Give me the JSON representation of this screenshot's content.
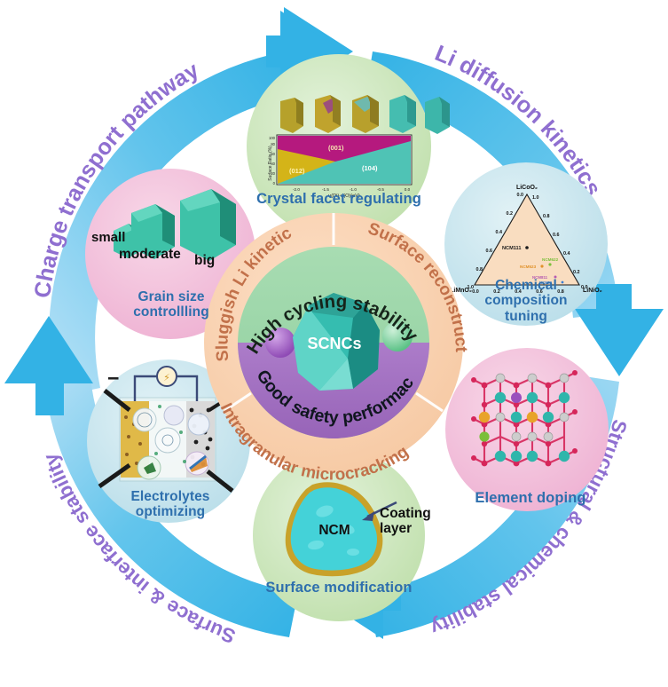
{
  "figure": {
    "type": "circular-cycle-graphical-abstract",
    "center": {
      "core_label": "SCNCs",
      "inner_ring_top_text": "High  cycling stability",
      "inner_ring_bottom_text": "Good  safety performaces",
      "outer_ring_quadrants": [
        "Sluggish Li kinetics",
        "Surface reconstruction",
        "Intragranular microcracking",
        ""
      ],
      "colors": {
        "outer_ring": "#f8cfae",
        "inner_top": "#97d6a6",
        "inner_bottom": "#a06fc0",
        "crystal": "#36b3a4",
        "sphere_left": "#a45fc4",
        "sphere_right": "#76d39b",
        "ring_text": "#1f1f1f",
        "quadrant_text": "#c2714a"
      }
    },
    "outer_arcs": [
      {
        "id": "charge-transport",
        "label": "Charge transport pathway",
        "position": "top-left",
        "text_color": "#8f6fd0"
      },
      {
        "id": "li-diffusion",
        "label": "Li diffusion kinetics",
        "position": "top-right",
        "text_color": "#8f6fd0"
      },
      {
        "id": "structural-chemical",
        "label": "Structural & chemical stability",
        "position": "bottom-right",
        "text_color": "#8f6fd0"
      },
      {
        "id": "surface-interface",
        "label": "Surface & interface stability",
        "position": "bottom-left",
        "text_color": "#8f6fd0"
      }
    ],
    "arrow_color": "#33b2e5",
    "arrow_band_color": "#9ed8f3",
    "arrows": [
      {
        "id": "arrow-top",
        "direction": "right"
      },
      {
        "id": "arrow-right",
        "direction": "down"
      },
      {
        "id": "arrow-bottom",
        "direction": "left"
      },
      {
        "id": "arrow-left",
        "direction": "up"
      }
    ],
    "satellites": [
      {
        "id": "crystal-facet-regulating",
        "caption": "Crystal facet regulating",
        "bg_color": "#cfe6bc",
        "position": "top",
        "chart_ref": "facet_chart"
      },
      {
        "id": "chemical-composition-tuning",
        "caption": "Chemical\ncomposition\ntuning",
        "caption_lines": [
          "Chemical",
          "composition",
          "tuning"
        ],
        "bg_color": "#c6e4ec",
        "position": "right-top",
        "chart_ref": "ternary_chart"
      },
      {
        "id": "element-doping",
        "caption": "Element doping",
        "bg_color": "#f1bcd8",
        "position": "right-bottom",
        "lattice": {
          "atom_colors": {
            "oxygen": "#d6265a",
            "transition_metal": "#2fb6ab",
            "lithium": "#c9c9c9",
            "dopant_gold": "#e8a32a",
            "dopant_purple": "#9a4fbd",
            "dopant_green": "#7bbf3a"
          }
        }
      },
      {
        "id": "surface-modification",
        "caption": "Surface modification",
        "bg_color": "#cfe6bc",
        "position": "bottom",
        "particle_label": "NCM",
        "annotation": "Coating\nlayer",
        "annotation_lines": [
          "Coating",
          "layer"
        ],
        "particle_color": "#44d2d8",
        "coating_color": "#c8a22a"
      },
      {
        "id": "electrolytes-optimizing",
        "caption": "Electrolytes\noptimizing",
        "caption_lines": [
          "Electrolytes",
          "optimizing"
        ],
        "bg_color": "#c6e4ec",
        "position": "left-bottom",
        "terminal_negative": "−",
        "terminal_positive": "+"
      },
      {
        "id": "grain-size-controlling",
        "caption": "Grain size\ncontrollling",
        "caption_lines": [
          "Grain size",
          "controllling"
        ],
        "bg_color": "#f1bcd8",
        "position": "left-top",
        "grain_labels": [
          "small",
          "moderate",
          "big"
        ],
        "grain_color": "#3ec2a8"
      }
    ]
  },
  "chart_data": [
    {
      "id": "facet_chart",
      "type": "area",
      "title": "Crystal facet regulating",
      "xlabel": "u(Di)-u(O)(eV)",
      "ylabel": "Surface Ratio (%)",
      "xlim": [
        -2.5,
        0.0
      ],
      "ylim": [
        0,
        100
      ],
      "xticks": [
        "-2.0",
        "-1.5",
        "-1.0",
        "-0.5",
        "0.0"
      ],
      "yticks": [
        "0",
        "20",
        "40",
        "60",
        "80",
        "100"
      ],
      "regions": [
        {
          "name": "(001)",
          "color": "#b5197e",
          "label_color": "#f6e7b0"
        },
        {
          "name": "(012)",
          "color": "#d4b418",
          "label_color": "#fff3b0"
        },
        {
          "name": "(104)",
          "color": "#4fc3b5",
          "label_color": "#ffffff"
        }
      ],
      "series": [
        {
          "name": "(012) upper boundary",
          "x": [
            -2.5,
            -1.5,
            -1.35
          ],
          "values": [
            72,
            42,
            0
          ]
        },
        {
          "name": "(104) upper boundary",
          "x": [
            -2.5,
            -1.35,
            0.0
          ],
          "values": [
            0,
            42,
            88
          ]
        }
      ],
      "inset": {
        "type": "particle-shape-series",
        "count": 5,
        "colors": [
          "#b6a12b",
          "#c5a02f",
          "#7fbfa8",
          "#3bb5a8",
          "#35b2a5"
        ]
      }
    },
    {
      "id": "ternary_chart",
      "type": "scatter",
      "title": "Chemical composition tuning",
      "subtype": "ternary",
      "vertices": {
        "top": "LiCoO₂",
        "left": "LiMnO₂",
        "right": "LiNiO₂"
      },
      "axis_ticks_left": [
        "0.0",
        "0.2",
        "0.4",
        "0.6",
        "0.8",
        "1.0"
      ],
      "axis_ticks_right": [
        "1.0",
        "0.8",
        "0.6",
        "0.4",
        "0.2",
        "0.0"
      ],
      "axis_ticks_bottom": [
        "0.0",
        "0.2",
        "0.4",
        "0.6",
        "0.8",
        "1.0"
      ],
      "fill_color": "#f9ddc0",
      "points": [
        {
          "label": "NCM111",
          "color": "#1b1b1b",
          "x": 0.3,
          "y": 0.42
        },
        {
          "label": "NCM523",
          "color": "#e0912a",
          "x": 0.52,
          "y": 0.26
        },
        {
          "label": "NCM622",
          "color": "#7bbf3a",
          "x": 0.63,
          "y": 0.31
        },
        {
          "label": "NCM811",
          "color": "#b55bb0",
          "x": 0.72,
          "y": 0.14
        },
        {
          "label": "NCM90",
          "color": "#3a7fd5",
          "x": 0.79,
          "y": 0.09
        }
      ]
    }
  ]
}
